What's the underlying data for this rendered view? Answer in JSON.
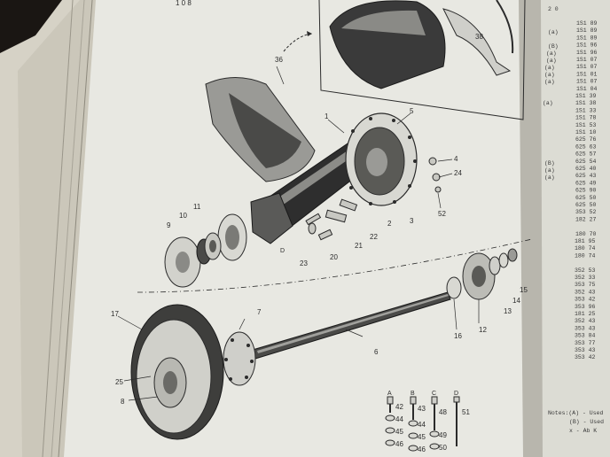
{
  "colors": {
    "page": "#e8e8e2",
    "page_right": "#dcdcd4",
    "ink": "#2b2b2b",
    "shadow": "#1a1613"
  },
  "top_mark": "1 0 8",
  "callouts": [
    {
      "id": "36",
      "text": "36"
    },
    {
      "id": "38",
      "text": "38"
    },
    {
      "id": "1",
      "text": "1"
    },
    {
      "id": "5",
      "text": "5"
    },
    {
      "id": "4",
      "text": "4"
    },
    {
      "id": "24",
      "text": "24"
    },
    {
      "id": "52",
      "text": "52"
    },
    {
      "id": "3",
      "text": "3"
    },
    {
      "id": "2",
      "text": "2"
    },
    {
      "id": "22",
      "text": "22"
    },
    {
      "id": "21",
      "text": "21"
    },
    {
      "id": "20",
      "text": "20"
    },
    {
      "id": "23",
      "text": "23"
    },
    {
      "id": "D1",
      "text": "D"
    },
    {
      "id": "9",
      "text": "9"
    },
    {
      "id": "10",
      "text": "10"
    },
    {
      "id": "11",
      "text": "11"
    },
    {
      "id": "7",
      "text": "7"
    },
    {
      "id": "17",
      "text": "17"
    },
    {
      "id": "6",
      "text": "6"
    },
    {
      "id": "25",
      "text": "25"
    },
    {
      "id": "8",
      "text": "8"
    },
    {
      "id": "15",
      "text": "15"
    },
    {
      "id": "14",
      "text": "14"
    },
    {
      "id": "13",
      "text": "13"
    },
    {
      "id": "12",
      "text": "12"
    },
    {
      "id": "16",
      "text": "16"
    },
    {
      "id": "A",
      "text": "A"
    },
    {
      "id": "B",
      "text": "B"
    },
    {
      "id": "C",
      "text": "C"
    },
    {
      "id": "D2",
      "text": "D"
    },
    {
      "id": "42",
      "text": "42"
    },
    {
      "id": "43",
      "text": "43"
    },
    {
      "id": "48",
      "text": "48"
    },
    {
      "id": "51",
      "text": "51"
    },
    {
      "id": "44a",
      "text": "44"
    },
    {
      "id": "44b",
      "text": "44"
    },
    {
      "id": "45a",
      "text": "45"
    },
    {
      "id": "45b",
      "text": "45"
    },
    {
      "id": "49",
      "text": "49"
    },
    {
      "id": "46a",
      "text": "46"
    },
    {
      "id": "46b",
      "text": "46"
    },
    {
      "id": "50",
      "text": "50"
    }
  ],
  "right_page_lines": [
    "2 0",
    "(a)",
    "(B)",
    "(a)",
    "(a)",
    "(a)",
    "(a)",
    "(a)",
    "(a)",
    "(B)",
    "(a)",
    "(a)"
  ],
  "part_numbers": [
    "1S1 89",
    "1S1 89",
    "1S1 89",
    "1S1 96",
    "1S1 96",
    "1S1 07",
    "1S1 07",
    "1S1 01",
    "1S1 07",
    "1S1 04",
    "1S1 39",
    "1S1 38",
    "1S1 33",
    "1S1 78",
    "1S1 53",
    "1S1 10",
    "625 76",
    "625 63",
    "625 57",
    "625 54",
    "625 40",
    "625 43",
    "625 49",
    "625 90",
    "625 50",
    "625 50",
    "353 52",
    "182 27",
    "",
    "180 70",
    "181 95",
    "180 74",
    "180 74",
    "",
    "352 53",
    "352 33",
    "353 75",
    "352 43",
    "353 42",
    "353 96",
    "181 25",
    "352 43",
    "353 43",
    "353 84",
    "353 77",
    "353 43",
    "353 42"
  ],
  "notes": [
    "Notes:(A) - Used",
    "(B) - Used",
    "x - Ab K"
  ]
}
